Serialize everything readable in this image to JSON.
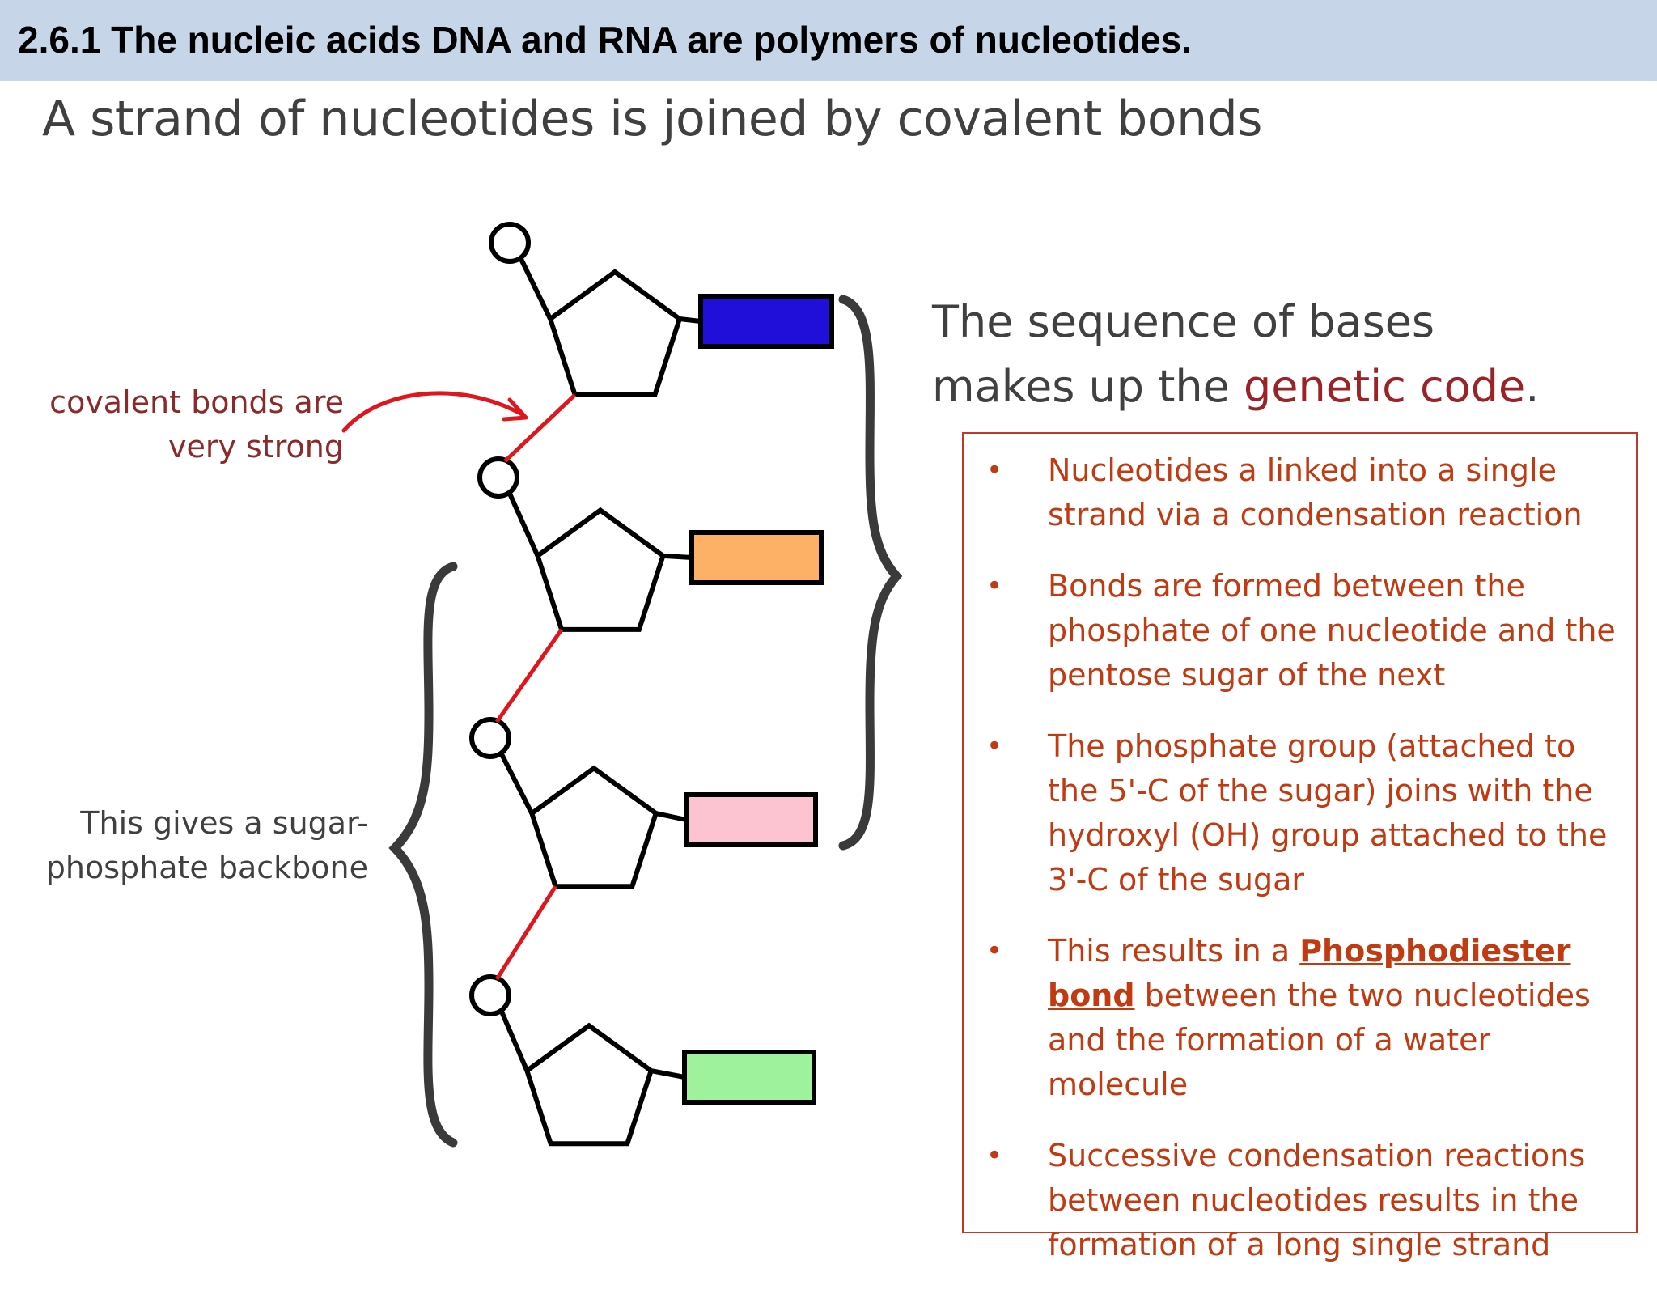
{
  "header": {
    "title": "2.6.1 The nucleic acids DNA and RNA are polymers of nucleotides."
  },
  "subtitle": "A strand of nucleotides is joined by covalent bonds",
  "diagram": {
    "covalent_label_line1": "covalent bonds are",
    "covalent_label_line2": "very strong",
    "backbone_label_line1": "This gives a sugar-",
    "backbone_label_line2": "phosphate backbone",
    "base_colors": [
      "#1f0fd9",
      "#fcb167",
      "#fcc3d0",
      "#9ef29b"
    ],
    "bond_color": "#e0161e"
  },
  "sequence": {
    "line1": "The sequence of bases",
    "line2_prefix": "makes up the ",
    "line2_highlight": "genetic code",
    "line2_suffix": "."
  },
  "info": {
    "bullets": [
      {
        "text": "Nucleotides a linked into a single strand via a condensation reaction"
      },
      {
        "text": "Bonds are formed between the phosphate of one nucleotide and the pentose sugar of the next"
      },
      {
        "text": "The phosphate group (attached to the 5'-C of the sugar) joins with the hydroxyl (OH) group attached to the 3'-C of the sugar"
      },
      {
        "prefix": "This results in a ",
        "term": "Phosphodiester bond",
        "suffix": " between the two nucleotides and the formation of a water molecule"
      },
      {
        "text": "Successive condensation reactions between nucleotides results in the formation of a long single strand"
      }
    ]
  }
}
